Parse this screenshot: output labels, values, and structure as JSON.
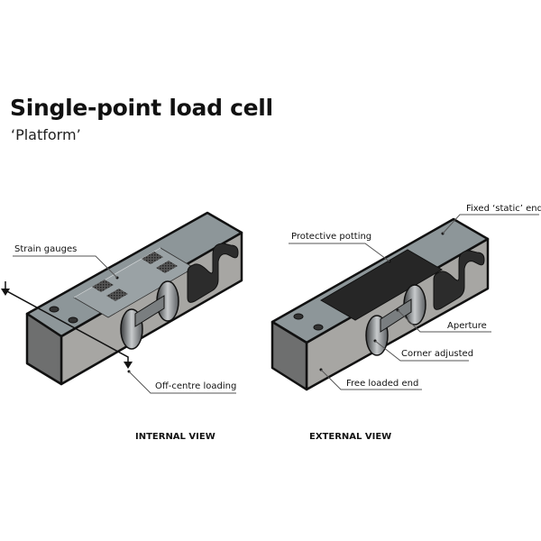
{
  "title": "Single-point load cell",
  "subtitle": "‘Platform’",
  "internal_view": {
    "caption": "INTERNAL VIEW",
    "labels": {
      "strain_gauges": "Strain gauges",
      "off_centre_loading": "Off-centre loading"
    }
  },
  "external_view": {
    "caption": "EXTERNAL VIEW",
    "labels": {
      "fixed_end": "Fixed ‘static’ end",
      "protective_potting": "Protective potting",
      "aperture": "Aperture",
      "corner_adjusted": "Corner adjusted",
      "free_loaded_end": "Free loaded end"
    }
  },
  "colors": {
    "top_face": "#8d9699",
    "side_face": "#a7a6a3",
    "end_face": "#6e6f6f",
    "potting": "#262626",
    "outline": "#111111"
  }
}
